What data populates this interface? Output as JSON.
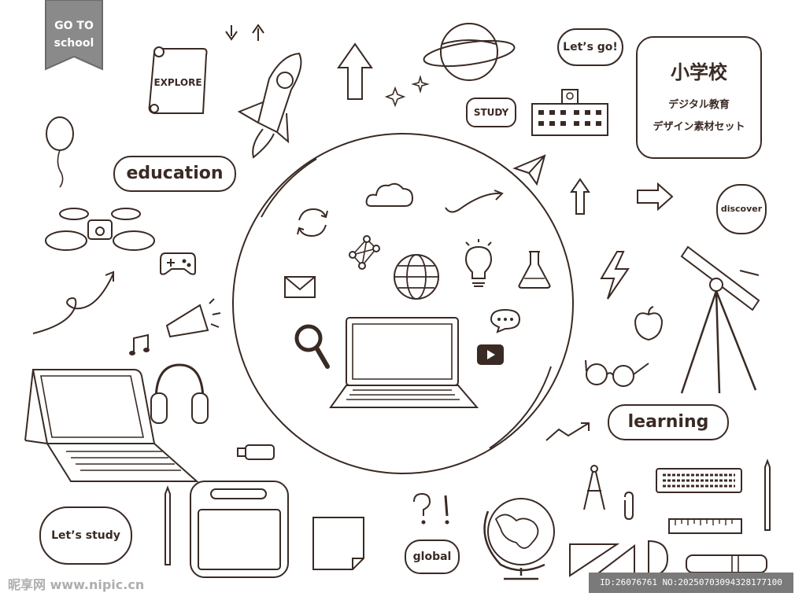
{
  "tag": "GO TO\nschool",
  "labels": {
    "explore": "EXPLORE",
    "lets_go": "Let’s go!",
    "study": "STUDY",
    "education": "education",
    "discover": "discover",
    "learning": "learning",
    "lets_study": "Let’s study",
    "global": "global"
  },
  "title_card": {
    "title": "小学校",
    "line1": "デジタル教育",
    "line2": "デザイン素材セット"
  },
  "watermark": {
    "left": "昵享网 www.nipic.cn",
    "right": "ID:26076761 NO:20250703094328177100"
  },
  "colors": {
    "ink": "#3a2a24",
    "tag_gray": "#8a8a8a",
    "bar_gray": "#6e6e6e"
  }
}
